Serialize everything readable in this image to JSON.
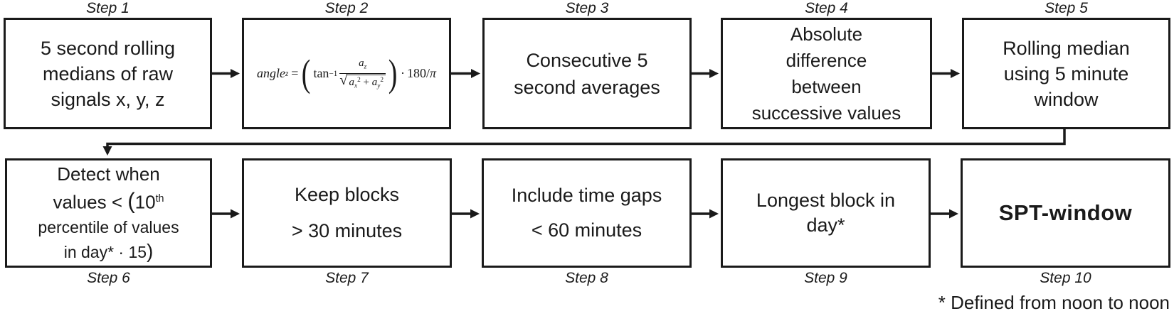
{
  "colors": {
    "ink": "#1a1a1a",
    "background": "#ffffff"
  },
  "footnote": "* Defined from noon to noon",
  "steps": [
    {
      "label": "Step 1",
      "lines": [
        "5 second rolling",
        "medians of raw",
        "signals x, y, z"
      ]
    },
    {
      "label": "Step 2",
      "formula": {
        "lhs": "angle",
        "lhs_sub": "z",
        "eq": "=",
        "lparen": "(",
        "func": "tan",
        "func_sup": "−1",
        "num_base": "a",
        "num_sub": "z",
        "sqrt_sign": "√",
        "den_a1": "a",
        "den_a1_sub": "x",
        "den_sup1": "2",
        "plus": "+",
        "den_a2": "a",
        "den_a2_sub": "y",
        "den_sup2": "2",
        "rparen": ")",
        "times": "·",
        "factor": "180",
        "slash": "/",
        "pi": "π"
      }
    },
    {
      "label": "Step 3",
      "lines": [
        "Consecutive 5",
        "second averages"
      ]
    },
    {
      "label": "Step 4",
      "lines": [
        "Absolute",
        "difference",
        "between",
        "successive values"
      ]
    },
    {
      "label": "Step 5",
      "lines": [
        "Rolling median",
        "using 5 minute",
        "window"
      ]
    },
    {
      "label": "Step 6",
      "line1": "Detect when",
      "line2_pre": "values < ",
      "line2_paren": "(",
      "line2_num": "10",
      "line2_sup": "th",
      "line3": "percentile of values",
      "line4_text": "in day* · 15",
      "line4_paren": ")"
    },
    {
      "label": "Step 7",
      "lines": [
        "Keep blocks",
        "> 30 minutes"
      ]
    },
    {
      "label": "Step 8",
      "lines": [
        "Include time gaps",
        "< 60 minutes"
      ]
    },
    {
      "label": "Step 9",
      "lines": [
        "Longest block in",
        "day*"
      ]
    },
    {
      "label": "Step 10",
      "title": "SPT-window"
    }
  ]
}
